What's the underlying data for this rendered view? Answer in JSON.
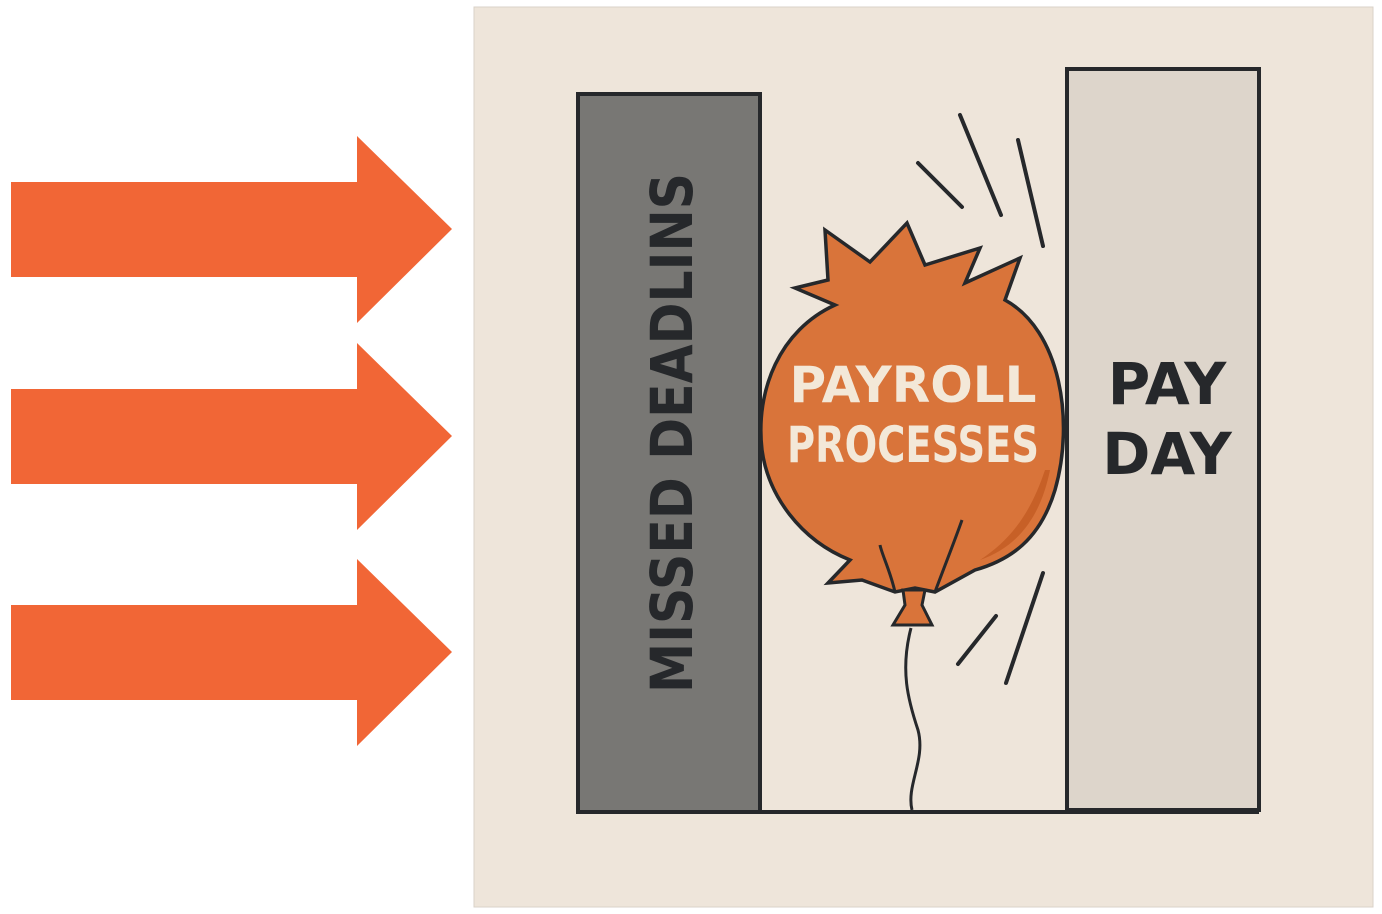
{
  "colors": {
    "arrow": "#F16636",
    "panel_bg": "#EEE5DA",
    "panel_border": "#D9D2C8",
    "left_column": "#787774",
    "right_column": "#DDD5CB",
    "balloon": "#D9743A",
    "balloon_shadow": "#C76027",
    "ink": "#26282B",
    "balloon_text": "#F3E8D8"
  },
  "icons": [
    "right-arrow-icon",
    "balloon-icon",
    "burst-lines-icon"
  ],
  "left_column": {
    "label": "MISSED DEADLINS"
  },
  "balloon": {
    "line1": "PAYROLL",
    "line2": "PROCESSES"
  },
  "right_column": {
    "line1": "PAY",
    "line2": "DAY"
  }
}
